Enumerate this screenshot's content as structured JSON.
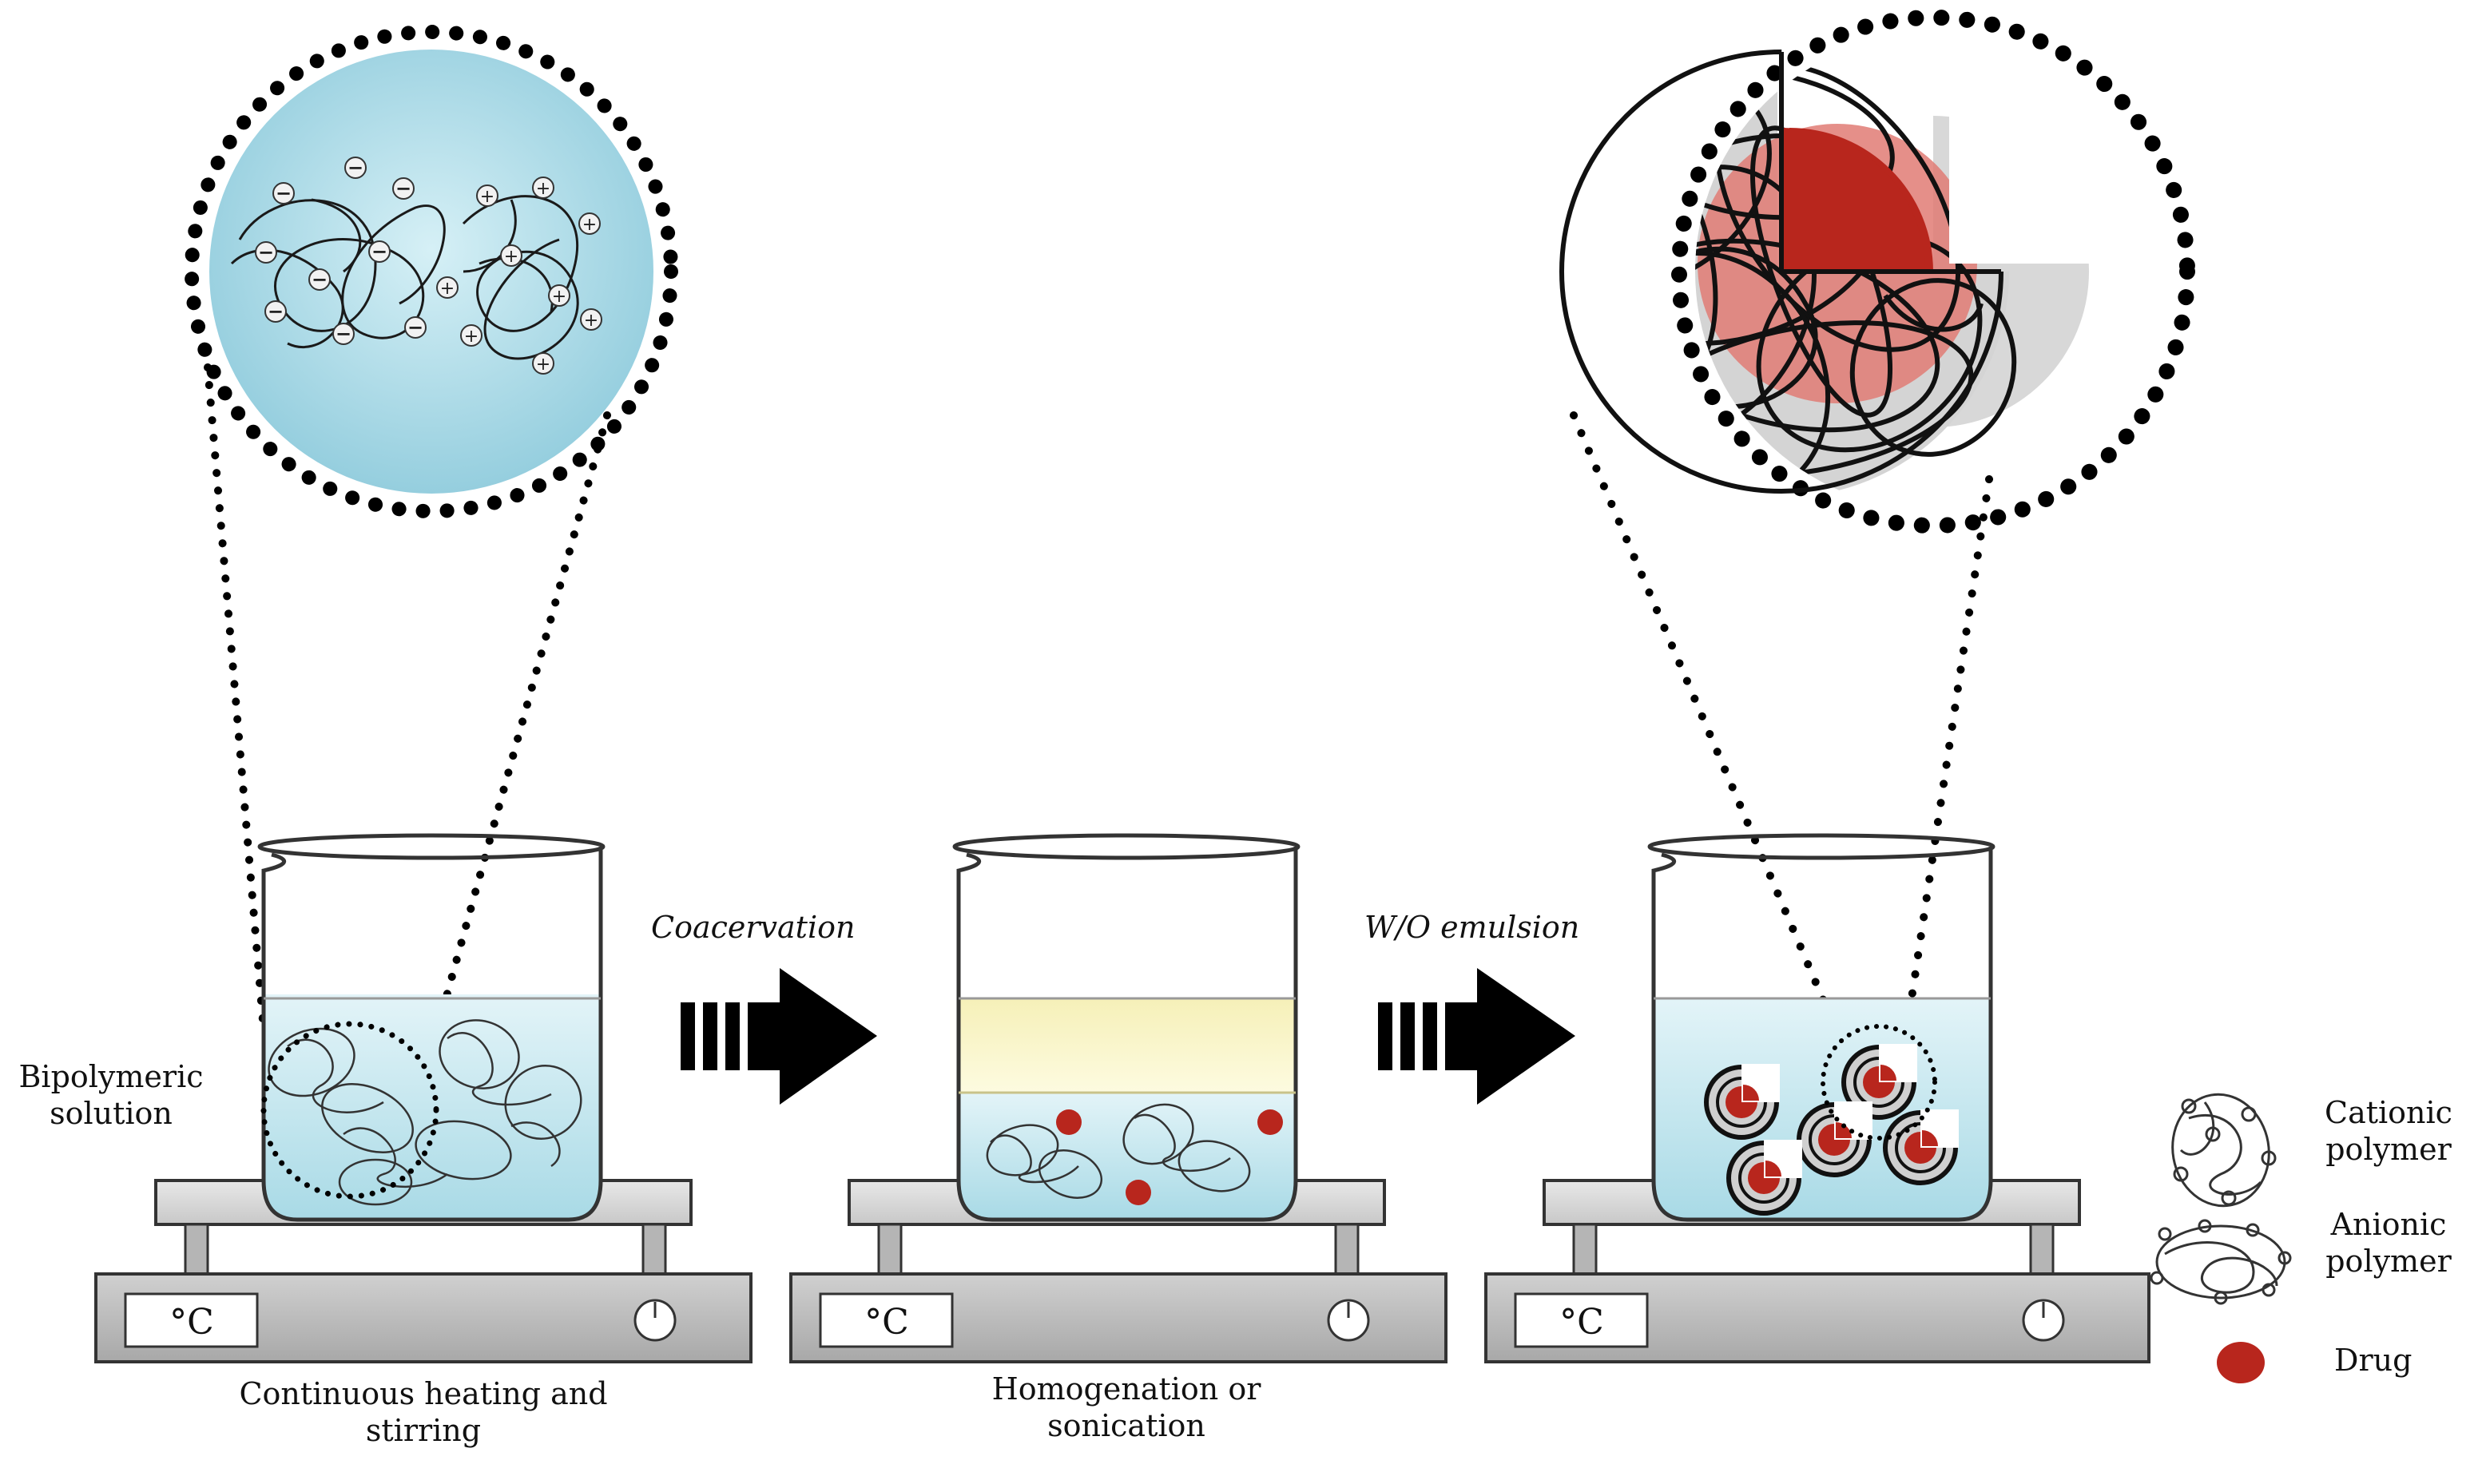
{
  "steps": [
    {
      "caption": "Continuous heating and stirring",
      "temp_unit": "°C",
      "side_label": "Bipolymeric solution"
    },
    {
      "caption": "Homogenation or sonication",
      "temp_unit": "°C"
    },
    {
      "caption": "",
      "temp_unit": "°C"
    }
  ],
  "arrows": [
    {
      "label": "Coacervation"
    },
    {
      "label": "W/O emulsion"
    }
  ],
  "legend": {
    "cationic": "Cationic polymer",
    "anionic": "Anionic polymer",
    "drug": "Drug"
  },
  "colors": {
    "solution_blue": "#bfe3ec",
    "oil_yellow": "#fbf5c0",
    "drug_red": "#b8261d",
    "plate_gray": "#d9d9d9",
    "base_gray": "#bcbcbc"
  }
}
